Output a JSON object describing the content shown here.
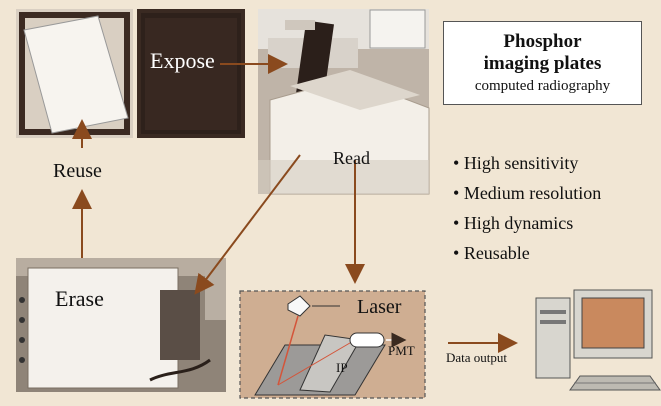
{
  "labels": {
    "expose": "Expose",
    "read": "Read",
    "reuse": "Reuse",
    "erase": "Erase",
    "laser": "Laser",
    "pmt": "PMT",
    "ip": "IP",
    "data_output": "Data output"
  },
  "title_box": {
    "title_line1": "Phosphor",
    "title_line2": "imaging plates",
    "subtitle": "computed radiography"
  },
  "bullets": [
    "High sensitivity",
    "Medium resolution",
    "High dynamics",
    "Reusable"
  ],
  "colors": {
    "background": "#f1e6d4",
    "arrow": "#8a4a1e",
    "laser_panel": "#cfae92",
    "laser_beam": "#d4553a",
    "box_fill": "#ffffff"
  },
  "flow": [
    "Expose",
    "Read",
    "Erase",
    "Reuse"
  ]
}
